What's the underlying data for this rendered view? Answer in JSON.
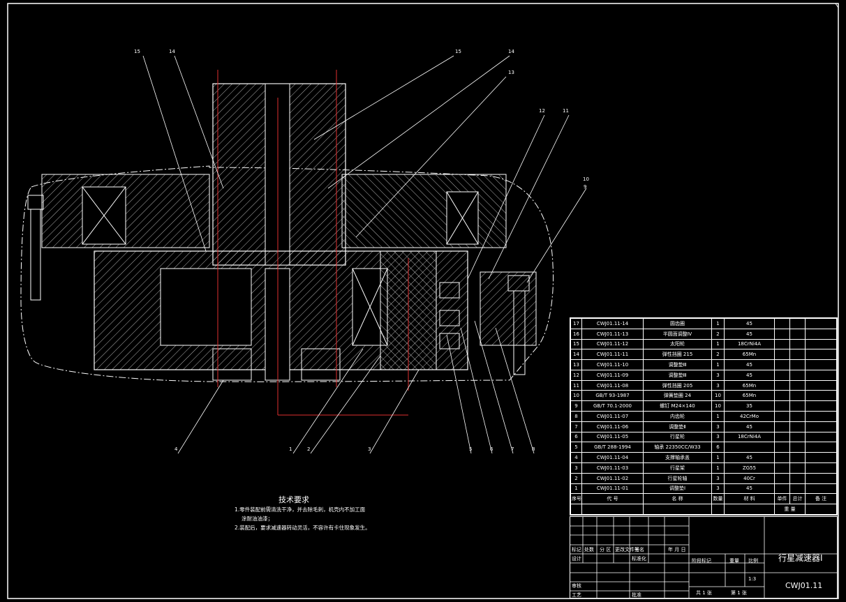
{
  "callouts": {
    "c15a": "15",
    "c14a": "14",
    "c15b": "15",
    "c14b": "14",
    "c13": "13",
    "c12": "12",
    "c11": "11",
    "c10": "10",
    "c9": "9",
    "c4": "4",
    "c1": "1",
    "c2": "2",
    "c3": "3",
    "c5": "5",
    "c6": "6",
    "c7": "7",
    "c8": "8"
  },
  "tech_req": {
    "heading": "技术要求",
    "line1": "1.零件装配前需清洗干净，并去除毛刺，机壳内不加工面",
    "line1b": "涂耐油油漆；",
    "line2": "2.装配后，要求减速器转动灵活，不容许有卡住现象发生。"
  },
  "bom": {
    "rows": [
      {
        "no": "17",
        "code": "CWJ01.11-14",
        "name": "圆齿圈",
        "qty": "1",
        "mat": "45"
      },
      {
        "no": "16",
        "code": "CWJ01.11-13",
        "name": "半圆面调整Ⅳ",
        "qty": "2",
        "mat": "45"
      },
      {
        "no": "15",
        "code": "CWJ01.11-12",
        "name": "太阳轮",
        "qty": "1",
        "mat": "18CrNi4A"
      },
      {
        "no": "14",
        "code": "CWJ01.11-11",
        "name": "弹性挡圈 215",
        "qty": "2",
        "mat": "65Mn"
      },
      {
        "no": "13",
        "code": "CWJ01.11-10",
        "name": "调整垫Ⅲ",
        "qty": "1",
        "mat": "45"
      },
      {
        "no": "12",
        "code": "CWJ01.11-09",
        "name": "调整垫Ⅲ",
        "qty": "3",
        "mat": "45"
      },
      {
        "no": "11",
        "code": "CWJ01.11-08",
        "name": "弹性挡圈 205",
        "qty": "3",
        "mat": "65Mn"
      },
      {
        "no": "10",
        "code": "GB/T 93-1987",
        "name": "弹簧垫圈 24",
        "qty": "10",
        "mat": "65Mn"
      },
      {
        "no": "9",
        "code": "GB/T 70.1-2000",
        "name": "螺钉 M24×140",
        "qty": "10",
        "mat": "35"
      },
      {
        "no": "8",
        "code": "CWJ01.11-07",
        "name": "内齿轮",
        "qty": "1",
        "mat": "42CrMo"
      },
      {
        "no": "7",
        "code": "CWJ01.11-06",
        "name": "调整垫Ⅱ",
        "qty": "3",
        "mat": "45"
      },
      {
        "no": "6",
        "code": "CWJ01.11-05",
        "name": "行星轮",
        "qty": "3",
        "mat": "18CrNi4A"
      },
      {
        "no": "5",
        "code": "GB/T 288-1994",
        "name": "轴承 22350CC/W33",
        "qty": "6",
        "mat": ""
      },
      {
        "no": "4",
        "code": "CWJ01.11-04",
        "name": "支撑轴承盖",
        "qty": "1",
        "mat": "45"
      },
      {
        "no": "3",
        "code": "CWJ01.11-03",
        "name": "行星架",
        "qty": "1",
        "mat": "ZG55"
      },
      {
        "no": "2",
        "code": "CWJ01.11-02",
        "name": "行星轮轴",
        "qty": "3",
        "mat": "40Cr"
      },
      {
        "no": "1",
        "code": "CWJ01.11-01",
        "name": "调整垫Ⅰ",
        "qty": "3",
        "mat": "45"
      }
    ],
    "header": {
      "no": "序号",
      "code": "代 号",
      "name": "名 称",
      "qty": "数量",
      "mat": "材 料",
      "single": "单件",
      "total": "总计",
      "weight": "重 量",
      "remark": "备 注"
    }
  },
  "title_block": {
    "name": "行星减速器Ⅰ",
    "code": "CWJ01.11",
    "scale": "1:3",
    "labels": {
      "mark": "标记",
      "count": "处数",
      "zone": "分 区",
      "change": "更改文件号",
      "sign": "签名",
      "date": "年 月 日",
      "design": "设计",
      "std": "标准化",
      "stage": "阶段标记",
      "weight": "重量",
      "ratio": "比例",
      "check": "审核",
      "process": "工艺",
      "approve": "批准",
      "sheets": "共 1 张",
      "sheet": "第 1 张"
    }
  }
}
